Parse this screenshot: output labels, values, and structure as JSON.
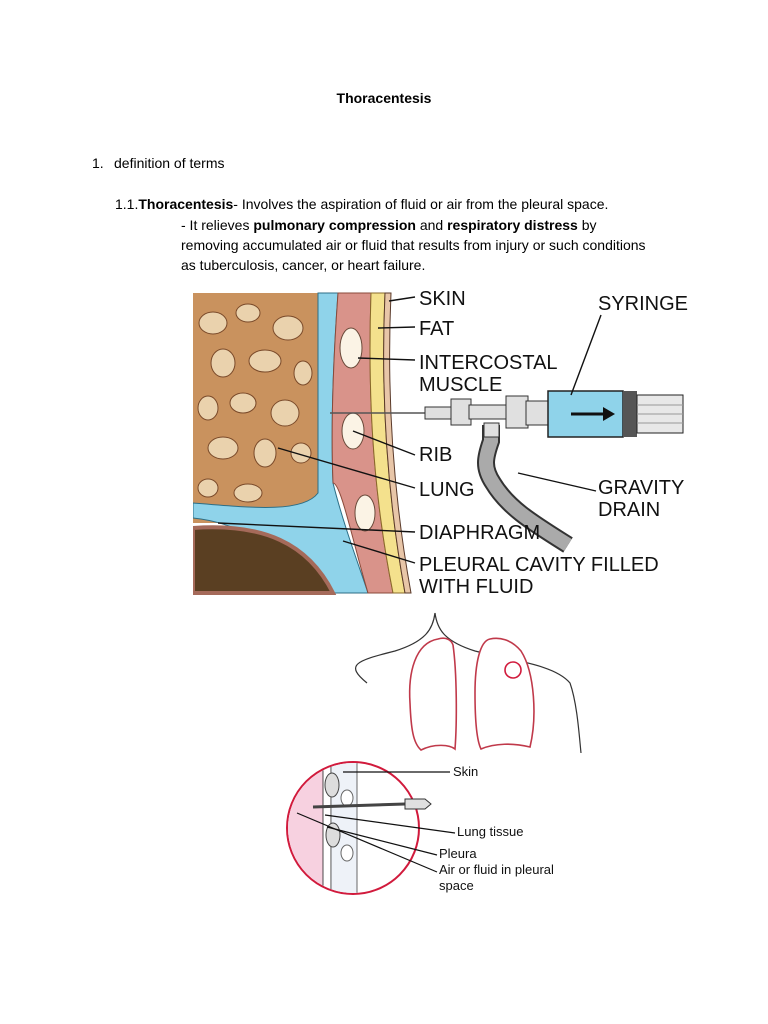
{
  "document": {
    "title": "Thoracentesis",
    "section": {
      "number": "1.",
      "label": "definition of terms"
    },
    "subsection": {
      "number": "1.1.",
      "term": "Thoracentesis",
      "definition": "- Involves the aspiration of fluid or air from the pleural space.",
      "detail_prefix": "- It relieves ",
      "detail_bold1": "pulmonary compression",
      "detail_mid": " and ",
      "detail_bold2": "respiratory distress",
      "detail_suffix": " by removing accumulated air or fluid that results from injury or such conditions as tuberculosis, cancer, or heart failure."
    }
  },
  "figure1": {
    "labels": {
      "skin": "SKIN",
      "fat": "FAT",
      "intercostal_1": "INTERCOSTAL",
      "intercostal_2": "MUSCLE",
      "rib": "RIB",
      "lung": "LUNG",
      "diaphragm": "DIAPHRAGM",
      "pleural_1": "PLEURAL CAVITY FILLED",
      "pleural_2": "WITH FLUID",
      "syringe": "SYRINGE",
      "gravity_1": "GRAVITY",
      "gravity_2": "DRAIN"
    }
  },
  "figure2": {
    "labels": {
      "skin": "Skin",
      "lung_tissue": "Lung tissue",
      "pleura": "Pleura",
      "air_fluid_1": "Air or fluid in pleural",
      "air_fluid_2": "space"
    }
  }
}
